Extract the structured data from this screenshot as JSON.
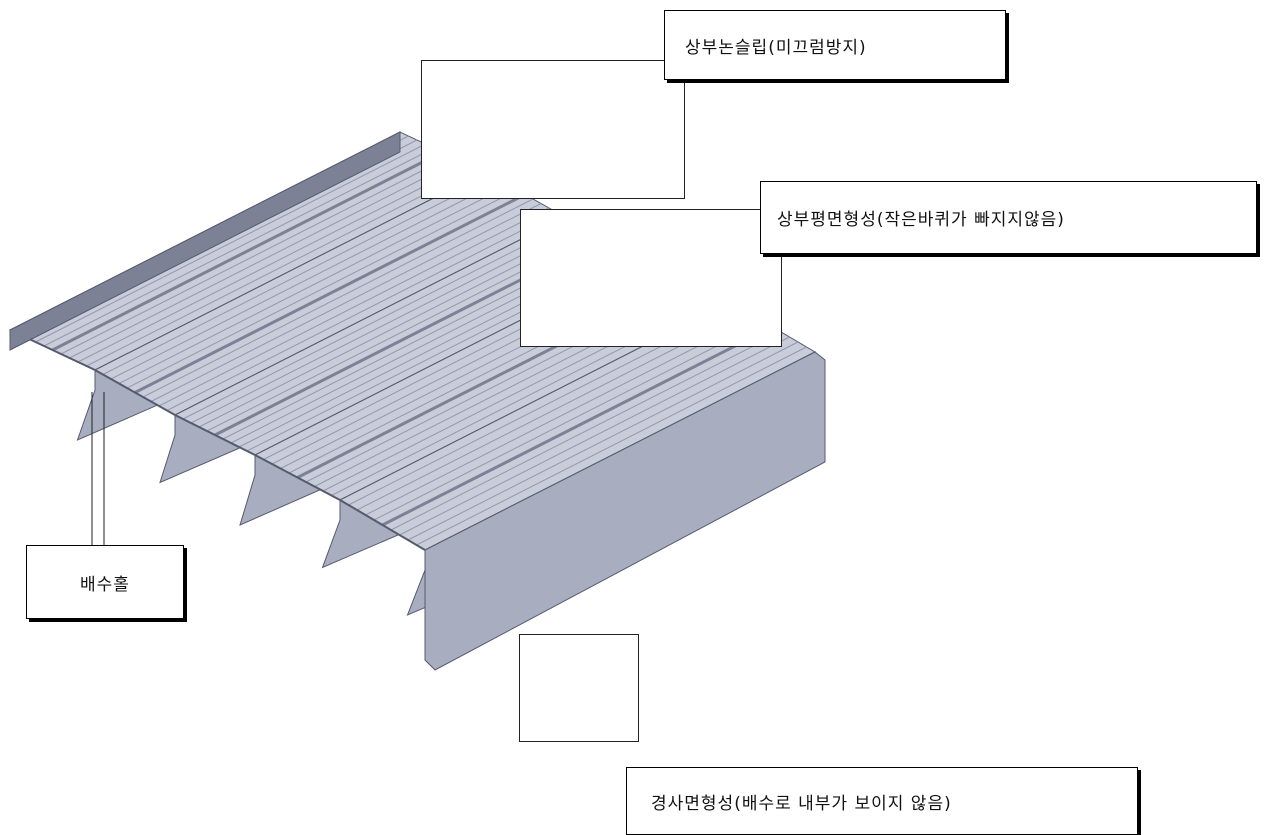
{
  "labels": {
    "top_non_slip": "상부논슬립(미끄럼방지)",
    "top_flat": "상부평면형성(작은바퀴가 빠지지않음)",
    "drain_hole": "배수홀",
    "slope": "경사면형성(배수로 내부가 보이지 않음)"
  },
  "colors": {
    "metal_light": "#c9ccd9",
    "metal_mid": "#a9adc0",
    "metal_dark": "#7d8196",
    "groove": "#9498ad",
    "outline": "#555a6e"
  }
}
